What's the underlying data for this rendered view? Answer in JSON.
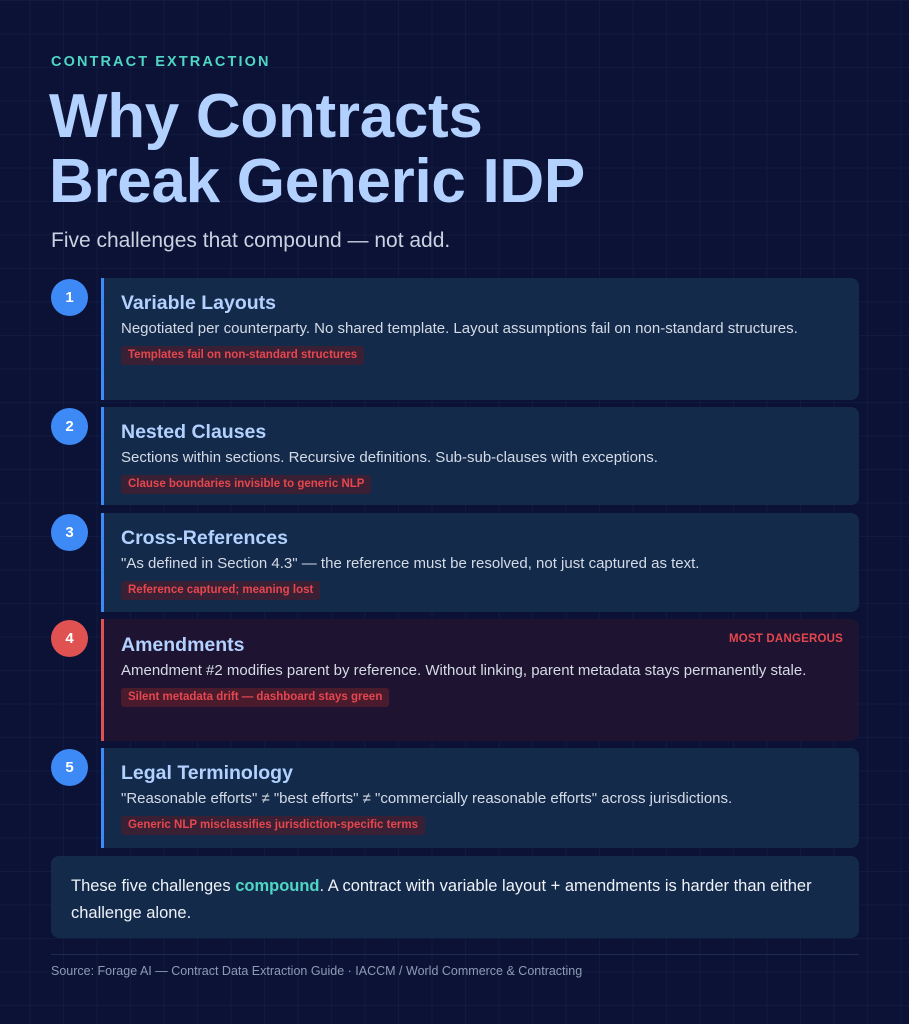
{
  "header": {
    "kicker": "CONTRACT EXTRACTION",
    "title_line1": "Why Contracts",
    "title_line2": "Break Generic IDP",
    "subtitle": "Five challenges that compound — not add."
  },
  "challenges": [
    {
      "number": "1",
      "title": "Variable Layouts",
      "description": "Negotiated per counterparty. No shared template. Layout assumptions fail on non-standard structures.",
      "tag": "Templates fail on non-standard structures",
      "severity": "normal"
    },
    {
      "number": "2",
      "title": "Nested Clauses",
      "description": "Sections within sections. Recursive definitions. Sub-sub-clauses with exceptions.",
      "tag": "Clause boundaries invisible to generic NLP",
      "severity": "normal"
    },
    {
      "number": "3",
      "title": "Cross-References",
      "description": "\"As defined in Section 4.3\" — the reference must be resolved, not just captured as text.",
      "tag": "Reference captured; meaning lost",
      "severity": "normal"
    },
    {
      "number": "4",
      "title": "Amendments",
      "description": "Amendment #2 modifies parent by reference. Without linking, parent metadata stays permanently stale.",
      "tag": "Silent metadata drift — dashboard stays green",
      "badge": "MOST DANGEROUS",
      "severity": "danger"
    },
    {
      "number": "5",
      "title": "Legal Terminology",
      "description": "\"Reasonable efforts\" ≠ \"best efforts\" ≠ \"commercially reasonable efforts\" across jurisdictions.",
      "tag": "Generic NLP misclassifies jurisdiction-specific terms",
      "severity": "normal"
    }
  ],
  "summary": {
    "before": "These five challenges ",
    "highlight": "compound",
    "after": ". A contract with variable layout + amendments is harder than either challenge alone."
  },
  "footer": {
    "source": "Source: Forage AI — Contract Data Extraction Guide · IACCM / World Commerce & Contracting"
  },
  "colors": {
    "background": "#0b1236",
    "accent_teal": "#4fd6c4",
    "title_blue": "#b3d1ff",
    "primary_blue": "#3d8af7",
    "danger_red": "#e05252",
    "card_bg": "#142a4b",
    "danger_card_bg": "#1e1330"
  }
}
